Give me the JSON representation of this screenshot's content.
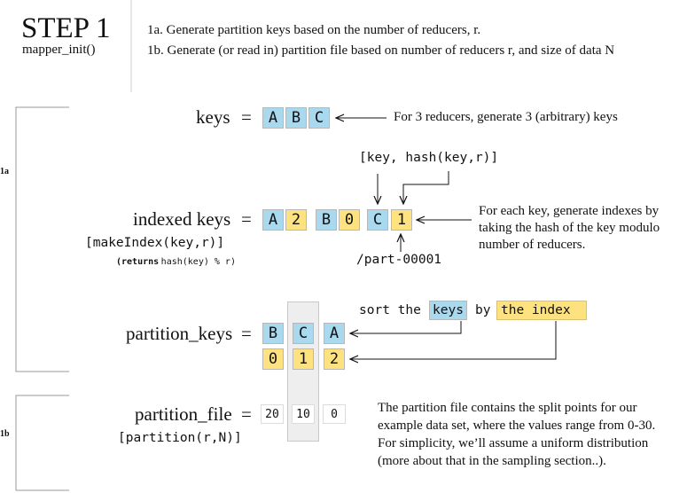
{
  "header": {
    "step_title": "STEP 1",
    "step_func": "mapper_init()",
    "line_1a": "1a. Generate partition keys based on the number of reducers, r.",
    "line_1b": "1b. Generate (or read in) partition file based on number of reducers r, and size of data N"
  },
  "side_labels": {
    "s1a": "1a",
    "s1b": "1b"
  },
  "keys_row": {
    "label": "keys",
    "eq": "=",
    "cells": [
      "A",
      "B",
      "C"
    ],
    "note": "For 3 reducers, generate 3 (arbitrary) keys"
  },
  "hash_label": "[key, hash(key,r)]",
  "indexed_row": {
    "label": "indexed keys",
    "eq": "=",
    "cells": [
      "A",
      "2",
      "B",
      "0",
      "C",
      "1"
    ],
    "func": "[makeIndex(key,r)]",
    "returns_kw": "(returns",
    "returns_rest": "hash(key) % r)",
    "path": "/part-00001",
    "note_lines": [
      "For each key, generate indexes by",
      "taking the hash of the key modulo",
      "number of reducers."
    ]
  },
  "sort_line": {
    "w1": "sort the",
    "keys": "keys",
    "w2": "by",
    "index": "the index"
  },
  "partition_keys_row": {
    "label": "partition_keys",
    "eq": "=",
    "keys": [
      "B",
      "C",
      "A"
    ],
    "indexes": [
      "0",
      "1",
      "2"
    ]
  },
  "partition_file_row": {
    "label": "partition_file",
    "eq": "=",
    "values": [
      "20",
      "10",
      "0"
    ],
    "func": "[partition(r,N)]",
    "note_lines": [
      "The partition file contains the split points for our",
      "example data set, where the values range from 0-30.",
      "For simplicity, we’ll assume a uniform distribution",
      "(more about that in the sampling section..)."
    ]
  }
}
